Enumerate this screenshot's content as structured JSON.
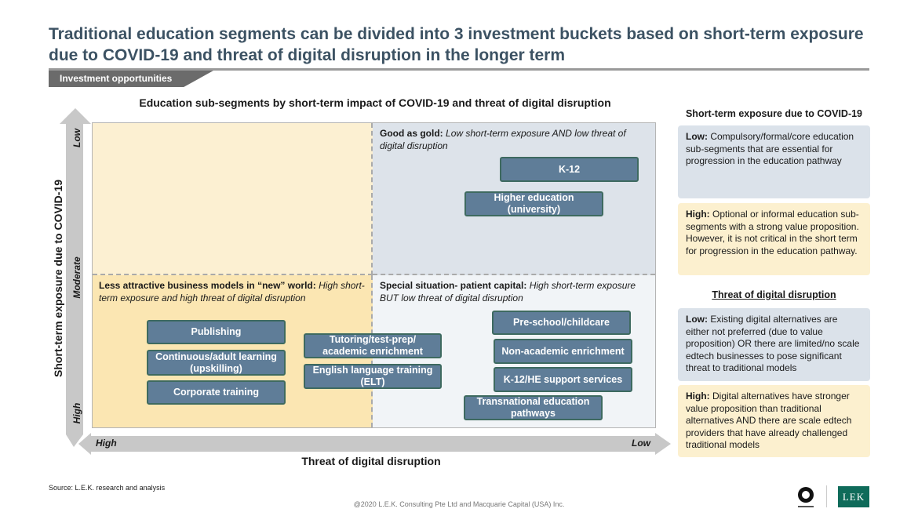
{
  "header": {
    "title": "Traditional education segments can be divided into 3 investment buckets based on short-term exposure due to COVID-19 and threat of digital disruption in the longer term",
    "section_tab": "Investment opportunities"
  },
  "chart": {
    "title": "Education sub-segments by short-term impact of COVID-19 and threat of digital disruption",
    "y_axis": {
      "title": "Short-term exposure due to COVID-19",
      "ticks": [
        "Low",
        "Moderate",
        "High"
      ]
    },
    "x_axis": {
      "title": "Threat of digital disruption",
      "ticks": [
        "High",
        "Low"
      ]
    },
    "quadrants": {
      "top_right": {
        "label": "Good as gold:",
        "desc": "Low short-term exposure AND low threat of digital disruption"
      },
      "bottom_left": {
        "label": "Less attractive business models in “new” world:",
        "desc": "High short-term exposure and high threat of digital disruption"
      },
      "bottom_right": {
        "label": "Special situation- patient capital:",
        "desc": "High short-term exposure BUT low threat of digital disruption"
      }
    },
    "segments": {
      "k12": "K-12",
      "higher_ed": "Higher education (university)",
      "publishing": "Publishing",
      "continuous": "Continuous/adult learning (upskilling)",
      "corporate": "Corporate training",
      "tutoring": "Tutoring/test-prep/ academic enrichment",
      "elt": "English language training (ELT)",
      "preschool": "Pre-school/childcare",
      "non_academic": "Non-academic enrichment",
      "k12_he_support": "K-12/HE support services",
      "transnational": "Transnational education pathways"
    }
  },
  "legend_panel": {
    "covid_title": "Short-term exposure due to COVID-19",
    "covid_low_label": "Low:",
    "covid_low_text": "Compulsory/formal/core education sub-segments that are essential for progression in the education pathway",
    "covid_high_label": "High:",
    "covid_high_text": "Optional or informal education sub-segments with a strong value proposition. However, it is not critical in the short term for progression in the education pathway.",
    "digital_title": "Threat of digital disruption",
    "digital_low_label": "Low:",
    "digital_low_text": "Existing digital alternatives are either not preferred (due to value proposition) OR there are limited/no scale edtech businesses to pose significant threat to traditional models",
    "digital_high_label": "High:",
    "digital_high_text": "Digital alternatives have stronger value proposition than traditional alternatives AND there are scale edtech providers that have already challenged traditional models"
  },
  "footer": {
    "source": "Source:  L.E.K. research and analysis",
    "copyright": "@2020 L.E.K. Consulting Pte Ltd and Macquarie Capital (USA) Inc.",
    "lek_logo": "LEK"
  },
  "colors": {
    "title": "#3c5263",
    "segment_fill": "#5f7d98",
    "segment_border": "#3e6a60",
    "low_low_quadrant": "#dde3ea",
    "high_high_quadrant": "#fbe6b2",
    "blue_box": "#dbe2ea",
    "yellow_box": "#fcf0cf",
    "lek_green": "#0f6b5a"
  },
  "icons": [
    "macquarie-logo",
    "lek-logo",
    "axis-arrow-up",
    "axis-arrow-right"
  ]
}
